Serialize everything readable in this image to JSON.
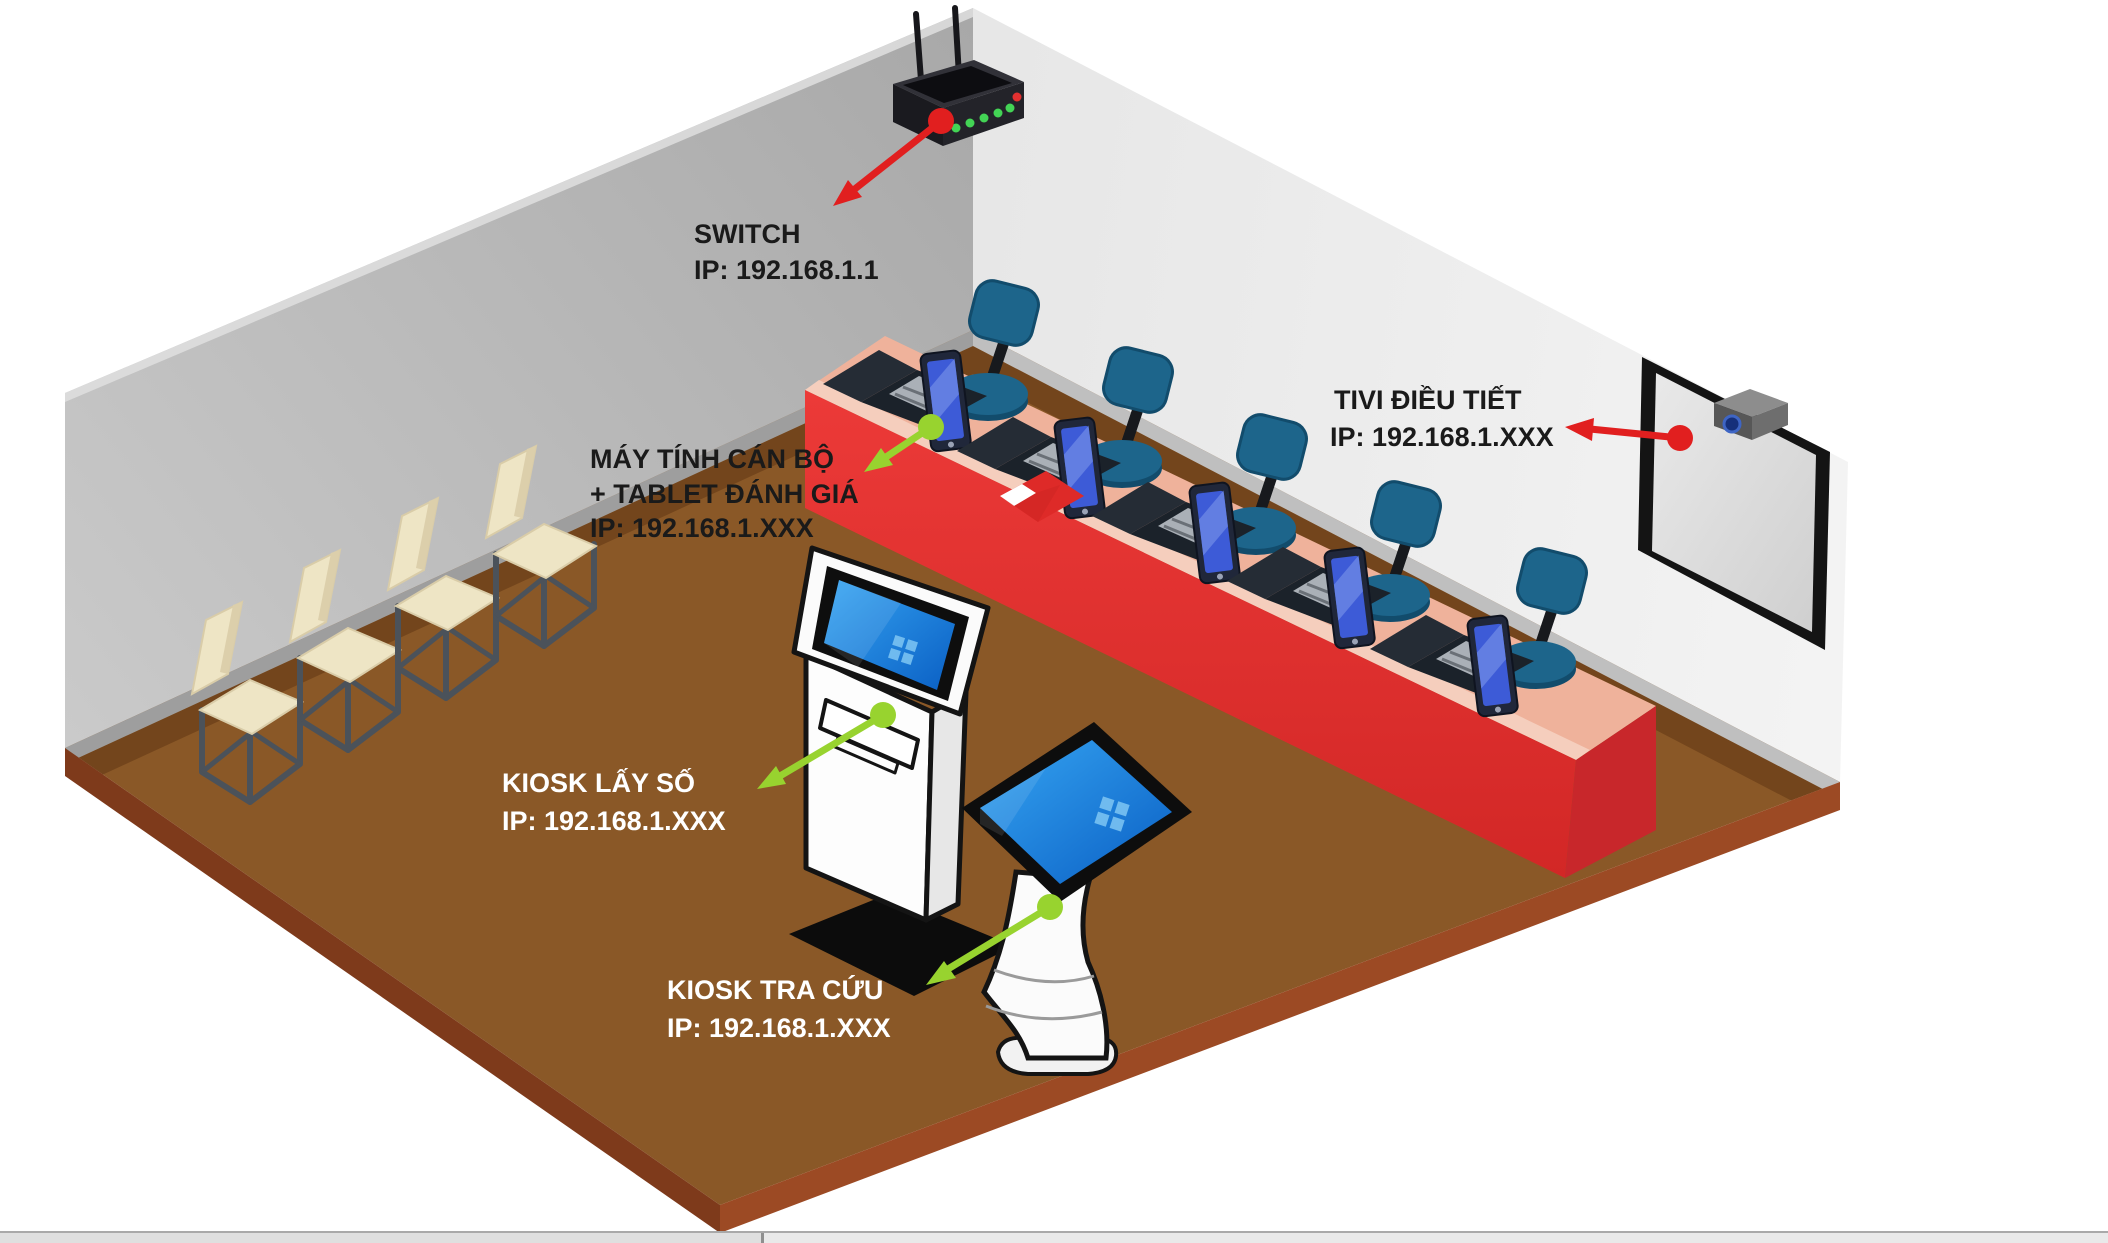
{
  "diagram": {
    "labels": {
      "switch": {
        "title": "SWITCH",
        "ip": "IP: 192.168.1.1"
      },
      "tv": {
        "title": "TIVI ĐIỀU TIẾT",
        "ip": "IP: 192.168.1.XXX"
      },
      "staff_computer": {
        "line1": "MÁY TÍNH CÁN BỘ",
        "line2": "+ TABLET ĐÁNH GIÁ",
        "ip": "IP: 192.168.1.XXX"
      },
      "kiosk_queue": {
        "title": "KIOSK LẤY SỐ",
        "ip": "IP: 192.168.1.XXX"
      },
      "kiosk_lookup": {
        "title": "KIOSK TRA CỨU",
        "ip": "IP: 192.168.1.XXX"
      }
    },
    "equipment_counts": {
      "waiting_chairs": 4,
      "staff_chairs": 5,
      "counter_workstations": 5,
      "kiosks": 2,
      "tvs": 1,
      "switches": 1
    },
    "colors": {
      "floor": "#8A5827",
      "floor_edge": "#9C4A24",
      "left_wall": "#BDBDBD",
      "right_wall": "#EEEEEE",
      "counter_front": "#E03030",
      "counter_top": "#EFB29B",
      "staff_chair": "#1D658B",
      "waiting_chair": "#EEE5C5",
      "screen_blue": "#1E7FD9",
      "arrow_red": "#E11F1F",
      "arrow_green": "#98D32F",
      "label_dark": "#1A1A1A",
      "label_light": "#FFFFFF"
    }
  }
}
